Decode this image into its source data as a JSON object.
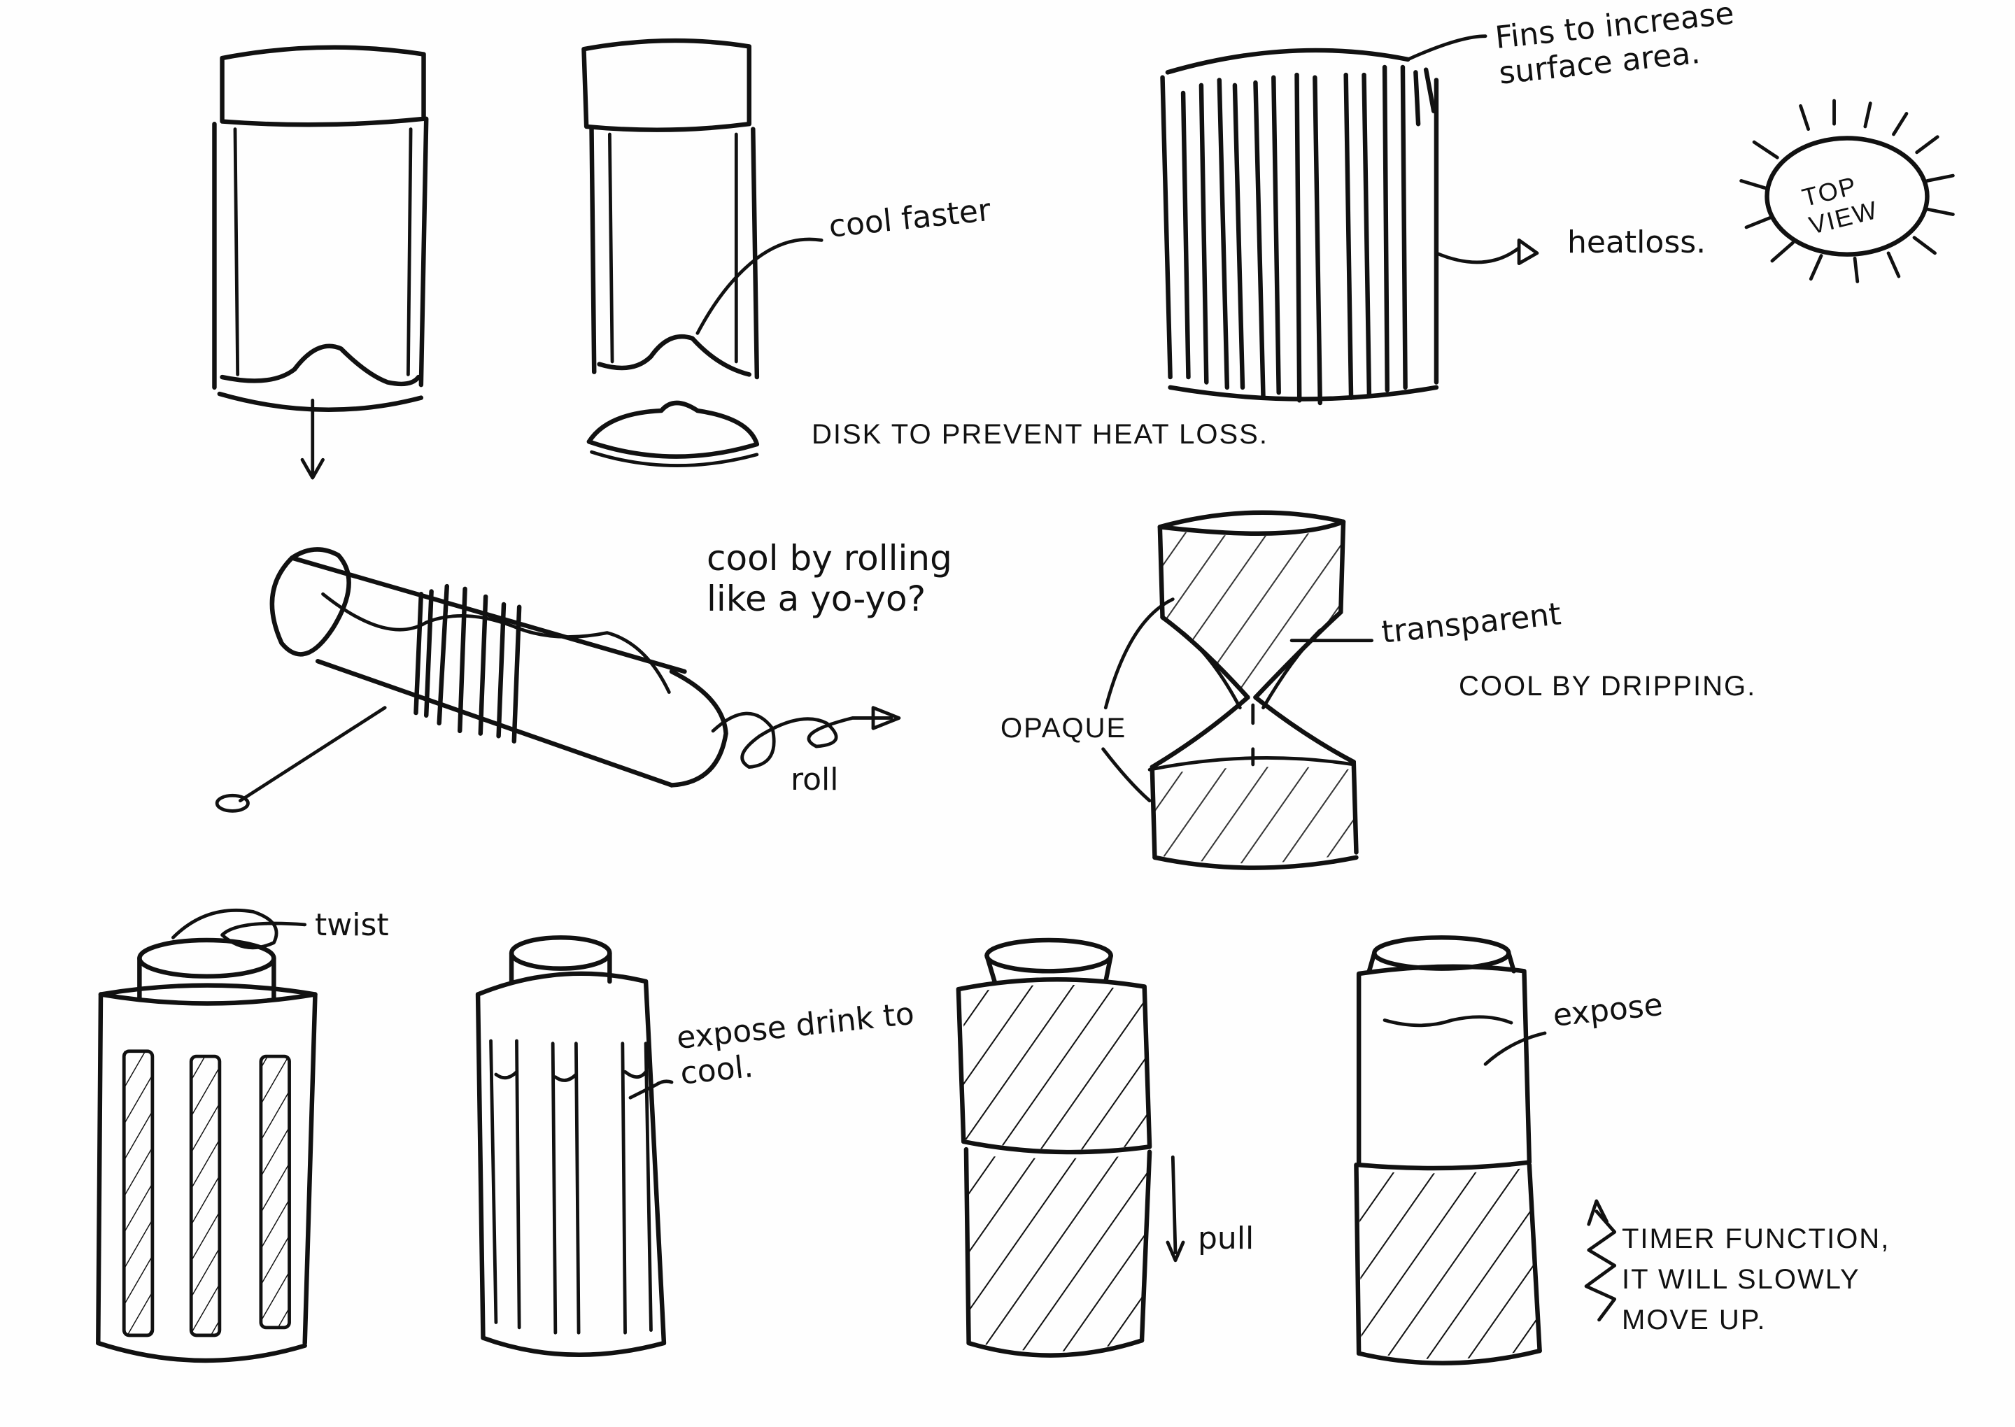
{
  "colors": {
    "paper": "#fefefe",
    "ink": "#111111"
  },
  "notes": {
    "cool_faster": "cool faster",
    "disk": "DISK TO PREVENT HEAT LOSS.",
    "fins": "Fins to increase\nsurface area.",
    "heatloss": "heatloss.",
    "top_view": "TOP\nVIEW",
    "yoyo": "cool by rolling\nlike a yo-yo?",
    "roll": "roll",
    "transparent": "transparent",
    "opaque": "OPAQUE",
    "dripping": "COOL BY DRIPPING.",
    "twist": "twist",
    "expose_drink": "expose drink to\ncool.",
    "pull": "pull",
    "expose": "expose",
    "timer": "TIMER FUNCTION,\nIT WILL SLOWLY\nMOVE UP."
  }
}
